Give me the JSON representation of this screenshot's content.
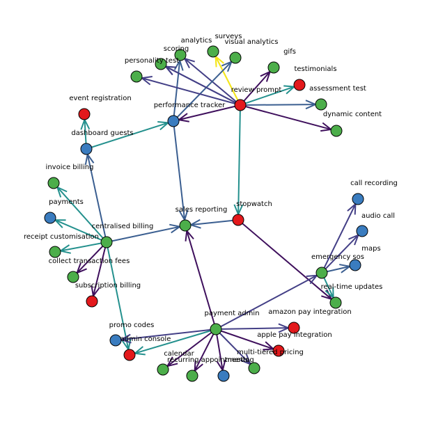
{
  "colors": {
    "green": "#4cae4a",
    "red": "#e3191c",
    "blue": "#3a7cbf",
    "edge_purple": "#3e0f5c",
    "edge_indigo": "#433f86",
    "edge_blue": "#3a5e90",
    "edge_teal": "#23908d",
    "edge_yellow": "#f4e61e"
  },
  "nodes": [
    {
      "id": "analytics",
      "label": "analytics",
      "color": "green"
    },
    {
      "id": "surveys",
      "label": "surveys",
      "color": "green"
    },
    {
      "id": "visual_analytics",
      "label": "visual analytics",
      "color": "green"
    },
    {
      "id": "scoring",
      "label": "scoring",
      "color": "green"
    },
    {
      "id": "personality_test",
      "label": "personality test",
      "color": "green"
    },
    {
      "id": "gifs",
      "label": "gifs",
      "color": "green"
    },
    {
      "id": "testimonials",
      "label": "testimonials",
      "color": "red"
    },
    {
      "id": "review_prompt",
      "label": "review prompt",
      "color": "red"
    },
    {
      "id": "assessment_test",
      "label": "assessment test",
      "color": "green"
    },
    {
      "id": "dynamic_content",
      "label": "dynamic content",
      "color": "green"
    },
    {
      "id": "event_registration",
      "label": "event registration",
      "color": "red"
    },
    {
      "id": "performance_tracker",
      "label": "performance tracker",
      "color": "blue"
    },
    {
      "id": "dashboard_guests",
      "label": "dashboard guests",
      "color": "blue"
    },
    {
      "id": "invoice_billing",
      "label": "invoice billing",
      "color": "green"
    },
    {
      "id": "payments",
      "label": "payments",
      "color": "blue"
    },
    {
      "id": "receipt_customisation",
      "label": "receipt customisation",
      "color": "green"
    },
    {
      "id": "centralised_billing",
      "label": "centralised billing",
      "color": "green"
    },
    {
      "id": "collect_transaction_fees",
      "label": "collect transaction fees",
      "color": "green"
    },
    {
      "id": "subscription_billing",
      "label": "subscription billing",
      "color": "red"
    },
    {
      "id": "sales_reporting",
      "label": "sales reporting",
      "color": "green"
    },
    {
      "id": "stopwatch",
      "label": "stopwatch",
      "color": "red"
    },
    {
      "id": "call_recording",
      "label": "call recording",
      "color": "blue"
    },
    {
      "id": "audio_call",
      "label": "audio call",
      "color": "blue"
    },
    {
      "id": "maps",
      "label": "maps",
      "color": "blue"
    },
    {
      "id": "emergency_sos",
      "label": "emergency sos",
      "color": "green"
    },
    {
      "id": "real_time_updates",
      "label": "real-time updates",
      "color": "green"
    },
    {
      "id": "payment_admin",
      "label": "payment admin",
      "color": "green"
    },
    {
      "id": "amazon_pay_integration",
      "label": "amazon pay integration",
      "color": "red"
    },
    {
      "id": "apple_pay_integration",
      "label": "apple pay integration",
      "color": "red"
    },
    {
      "id": "multi_tiered_pricing",
      "label": "multi-tiered pricing",
      "color": "green"
    },
    {
      "id": "promo_codes",
      "label": "promo codes",
      "color": "blue"
    },
    {
      "id": "admin_console",
      "label": "admin console",
      "color": "red"
    },
    {
      "id": "calendar",
      "label": "calendar",
      "color": "green"
    },
    {
      "id": "recurring_appointments",
      "label": "recurring appointments",
      "color": "green"
    },
    {
      "id": "meeting",
      "label": "meeting",
      "color": "blue"
    }
  ],
  "edges": [
    {
      "from": "review_prompt",
      "to": "surveys",
      "color": "edge_yellow"
    },
    {
      "from": "review_prompt",
      "to": "analytics",
      "color": "edge_yellow"
    },
    {
      "from": "review_prompt",
      "to": "personality_test",
      "color": "edge_indigo"
    },
    {
      "from": "review_prompt",
      "to": "scoring",
      "color": "edge_indigo"
    },
    {
      "from": "review_prompt",
      "to": "gifs",
      "color": "edge_purple"
    },
    {
      "from": "review_prompt",
      "to": "testimonials",
      "color": "edge_teal"
    },
    {
      "from": "review_prompt",
      "to": "assessment_test",
      "color": "edge_blue"
    },
    {
      "from": "review_prompt",
      "to": "dynamic_content",
      "color": "edge_purple"
    },
    {
      "from": "review_prompt",
      "to": "performance_tracker",
      "color": "edge_purple"
    },
    {
      "from": "review_prompt",
      "to": "stopwatch",
      "color": "edge_teal"
    },
    {
      "from": "performance_tracker",
      "to": "scoring",
      "color": "edge_blue"
    },
    {
      "from": "performance_tracker",
      "to": "visual_analytics",
      "color": "edge_blue"
    },
    {
      "from": "dashboard_guests",
      "to": "performance_tracker",
      "color": "edge_teal"
    },
    {
      "from": "performance_tracker",
      "to": "sales_reporting",
      "color": "edge_blue"
    },
    {
      "from": "dashboard_guests",
      "to": "event_registration",
      "color": "edge_teal"
    },
    {
      "from": "centralised_billing",
      "to": "dashboard_guests",
      "color": "edge_blue"
    },
    {
      "from": "centralised_billing",
      "to": "invoice_billing",
      "color": "edge_teal"
    },
    {
      "from": "centralised_billing",
      "to": "payments",
      "color": "edge_teal"
    },
    {
      "from": "centralised_billing",
      "to": "receipt_customisation",
      "color": "edge_teal"
    },
    {
      "from": "centralised_billing",
      "to": "collect_transaction_fees",
      "color": "edge_purple"
    },
    {
      "from": "centralised_billing",
      "to": "subscription_billing",
      "color": "edge_purple"
    },
    {
      "from": "centralised_billing",
      "to": "sales_reporting",
      "color": "edge_blue"
    },
    {
      "from": "centralised_billing",
      "to": "admin_console",
      "color": "edge_teal"
    },
    {
      "from": "stopwatch",
      "to": "sales_reporting",
      "color": "edge_blue"
    },
    {
      "from": "stopwatch",
      "to": "real_time_updates",
      "color": "edge_purple"
    },
    {
      "from": "emergency_sos",
      "to": "call_recording",
      "color": "edge_indigo"
    },
    {
      "from": "emergency_sos",
      "to": "audio_call",
      "color": "edge_indigo"
    },
    {
      "from": "emergency_sos",
      "to": "maps",
      "color": "edge_blue"
    },
    {
      "from": "emergency_sos",
      "to": "real_time_updates",
      "color": "edge_teal"
    },
    {
      "from": "payment_admin",
      "to": "emergency_sos",
      "color": "edge_indigo"
    },
    {
      "from": "payment_admin",
      "to": "sales_reporting",
      "color": "edge_purple"
    },
    {
      "from": "payment_admin",
      "to": "amazon_pay_integration",
      "color": "edge_indigo"
    },
    {
      "from": "payment_admin",
      "to": "apple_pay_integration",
      "color": "edge_purple"
    },
    {
      "from": "payment_admin",
      "to": "multi_tiered_pricing",
      "color": "edge_indigo"
    },
    {
      "from": "payment_admin",
      "to": "meeting",
      "color": "edge_purple"
    },
    {
      "from": "payment_admin",
      "to": "recurring_appointments",
      "color": "edge_purple"
    },
    {
      "from": "payment_admin",
      "to": "calendar",
      "color": "edge_purple"
    },
    {
      "from": "payment_admin",
      "to": "admin_console",
      "color": "edge_teal"
    },
    {
      "from": "payment_admin",
      "to": "promo_codes",
      "color": "edge_indigo"
    }
  ]
}
